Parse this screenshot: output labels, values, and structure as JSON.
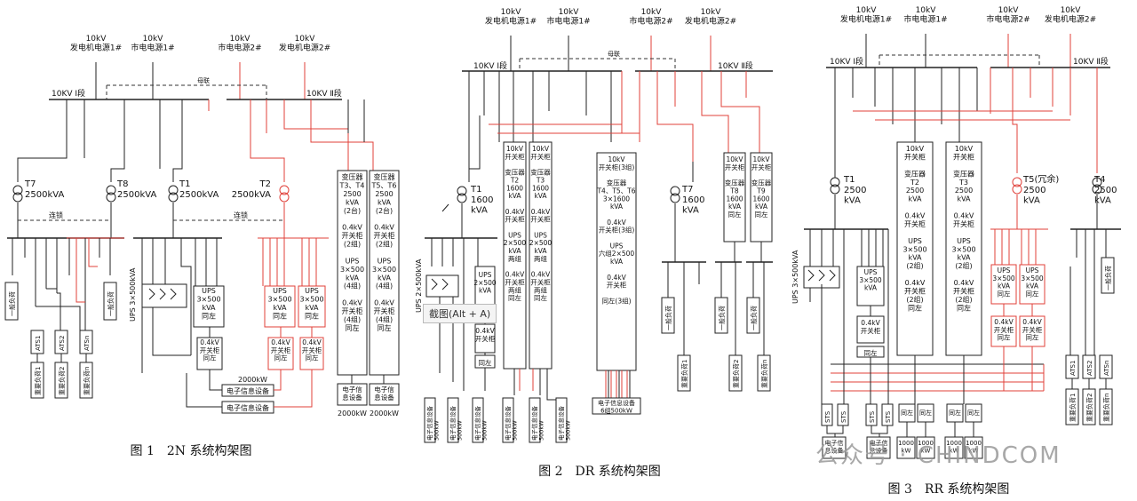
{
  "diagrams": [
    {
      "id": "2n",
      "caption": "图 1　2N 系统构架图",
      "sources": [
        "10kV\n发电机电源1#",
        "10kV\n市电电源1#",
        "10kV\n市电电源2#",
        "10kV\n发电机电源2#"
      ],
      "bus_left": "10KV Ⅰ段",
      "bus_right": "10KV Ⅱ段",
      "tie_top": "母联",
      "tie_mid": "连锁",
      "transformers": [
        "T7\n2500kVA",
        "T8\n2500kVA",
        "T1\n2500kVA",
        "T2\n2500kVA"
      ],
      "ups_vertical": "UPS 3×500kVA",
      "ups_box": "UPS\n3×500\nkVA\n同左",
      "ups_box2": "UPS\n3×500\nkVA\n同左",
      "ups_box3": "UPS\n3×500\nkVA\n同左",
      "sw_box": "0.4kV\n开关柜\n同左",
      "sw_box2": "0.4kV\n开关柜\n同左",
      "sw_box3": "0.4kV\n开关柜\n同左",
      "loads": [
        "一般负荷",
        "一般负荷"
      ],
      "ats": [
        "ATS1",
        "ATS2",
        "ATSn"
      ],
      "important": [
        "重要负荷1",
        "重要负荷2",
        "重要负荷n"
      ],
      "power_2000": "2000kW",
      "itdev": [
        "电子信息设备",
        "电子信息设备"
      ],
      "tall_col1": "变压器\nT3、T4\n2500\nkVA\n(2台)\n\n0.4kV\n开关柜\n(2组)\n\nUPS\n3×500\nkVA\n(4组)\n\n0.4kV\n开关柜\n(4组)\n同左",
      "tall_col2": "变压器\nT5、T6\n2500\nkVA\n(2台)\n\n0.4kV\n开关柜\n(2组)\n\nUPS\n3×500\nkVA\n(4组)\n\n0.4kV\n开关柜\n(4组)\n同左",
      "bottom_it": [
        "电子信\n息设备",
        "电子信\n息设备"
      ],
      "bottom_kw": [
        "2000kW",
        "2000kW"
      ]
    },
    {
      "id": "dr",
      "caption": "图 2　DR 系统构架图",
      "sources": [
        "10kV\n发电机电源1#",
        "10kV\n市电电源1#",
        "10kV\n市电电源2#",
        "10kV\n发电机电源2#"
      ],
      "bus_left": "10KV Ⅰ段",
      "bus_right": "10KV Ⅱ段",
      "tie_top": "母联",
      "t1": "T1\n1600\nkVA",
      "t7": "T7\n1600\nkVA",
      "ups_vertical": "UPS 2×500kVA",
      "col_t2": "10kV\n开关柜\n\n变压器\nT2\n1600\nkVA\n\n0.4kV\n开关柜\n\nUPS\n2×500\nkVA\n两组\n\n0.4kV\n开关柜\n两组\n同左",
      "col_t3": "10kV\n开关柜\n\n变压器\nT3\n1600\nkVA\n\n0.4kV\n开关柜\n\nUPS\n2×500\nkVA\n两组\n\n0.4kV\n开关柜\n两组\n同左",
      "col_mid": "10kV\n开关柜(3组)\n\n变压器\nT4、T5、T6\n3×1600\nkVA\n\n0.4kV\n开关柜(3组)\n\nUPS\n六组2×500\nkVA\n\n0.4kV\n开关柜\n\n同左(3组)",
      "col_t8": "10kV\n开关柜\n\n变压器\nT8\n1600\nkVA\n同左",
      "col_t9": "10kV\n开关柜\n\n变压器\nT9\n1600\nkVA\n同左",
      "ups_box": "UPS\n2×500\nkVA",
      "sw_box": "0.4kV\n开关柜",
      "same": "同左",
      "loads": [
        "一般负荷",
        "一般负荷",
        "一般负荷"
      ],
      "important": [
        "重要负荷1",
        "重要负荷2",
        "重要负荷n"
      ],
      "it_bottom": [
        "电子信息设备\n500kW",
        "电子信息设备\n500kW",
        "电子信息设备\n500kW",
        "电子信息设备\n500kW",
        "电子信息设备\n500kW",
        "电子信息设备\n500kW"
      ],
      "it_mid": "电子信息设备\n6组500kW",
      "tooltip": "截图(Alt + A)"
    },
    {
      "id": "rr",
      "caption": "图 3　RR 系统构架图",
      "sources": [
        "10kV\n发电机电源1#",
        "10kV\n市电电源1#",
        "10kV\n市电电源2#",
        "10kV\n发电机电源2#"
      ],
      "bus_left": "10KV Ⅰ段",
      "bus_right": "10KV Ⅱ段",
      "t1": "T1\n2500\nkVA",
      "t5": "T5(冗余)\n2500\nkVA",
      "t4": "T4\n2500\nkVA",
      "ups_vertical": "UPS 3×500kVA",
      "col_t2": "10kV\n开关柜\n\n变压器\nT2\n2500\nkVA\n\n0.4kV\n开关柜\n\nUPS\n3×500\nkVA\n(2组)\n\n0.4kV\n开关柜\n(2组)\n同左",
      "col_t3": "10kV\n开关柜\n\n变压器\nT3\n2500\nkVA\n\n0.4kV\n开关柜\n\nUPS\n3×500\nkVA\n(2组)\n\n0.4kV\n开关柜\n(2组)\n同左",
      "ups_box": "UPS\n3×500\nkVA",
      "ups_box_same": "UPS\n3×500\nkVA\n同左",
      "sw_box": "0.4kV\n开关柜",
      "sw_box_same": "0.4kV\n开关柜\n同左",
      "sts": [
        "STS",
        "STS",
        "STS",
        "STS"
      ],
      "same": "同左",
      "it_dev": [
        "电子信\n息设备",
        "电子信\n息设备"
      ],
      "kw": [
        "1000\nkW",
        "1000\nkW",
        "1000\nkW",
        "1000\nkW"
      ],
      "loads": [
        "一般负荷"
      ],
      "ats": [
        "ATS1",
        "ATS2",
        "ATSn"
      ],
      "important": [
        "重要负荷1",
        "重要负荷2",
        "重要负荷n"
      ]
    }
  ],
  "watermark": "公众号 · CHINDCOM"
}
